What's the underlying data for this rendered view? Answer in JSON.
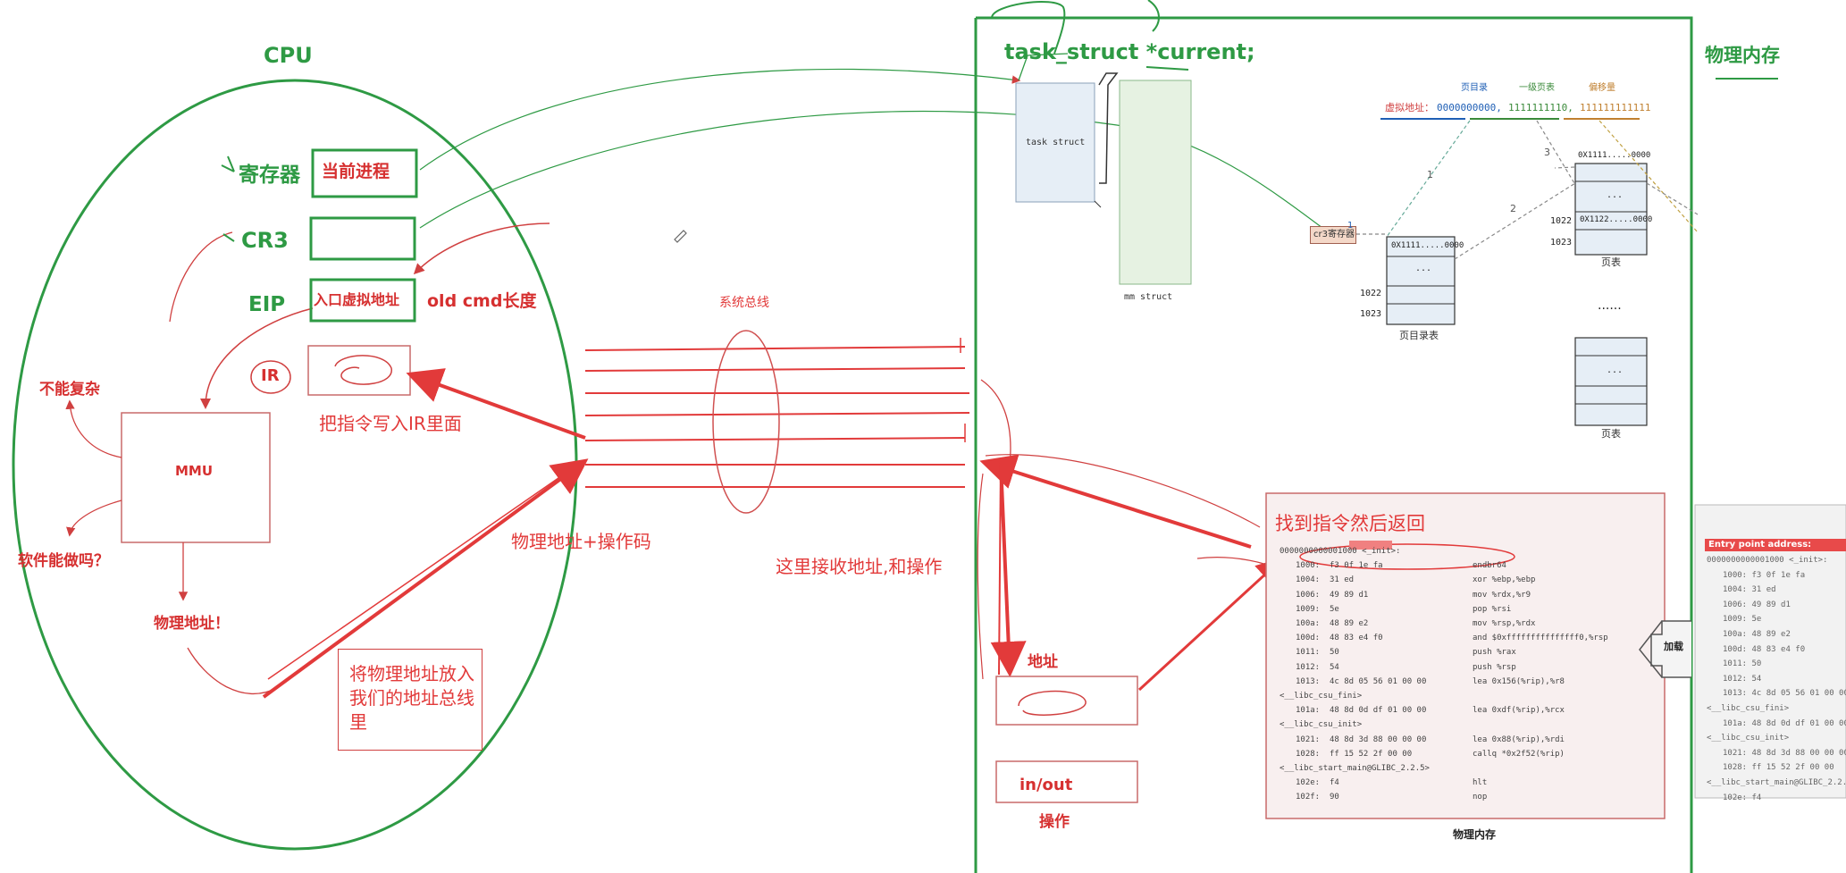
{
  "colors": {
    "green": "#2e9a44",
    "red": "#e23a3a",
    "darkred": "#c43030",
    "blue": "#1f5fb5"
  },
  "cpu": {
    "title": "CPU",
    "reg_label": "寄存器",
    "reg_value": "当前进程",
    "cr3_label": "CR3",
    "eip_label": "EIP",
    "eip_value": "入口虚拟地址",
    "eip_note": "old cmd长度",
    "ir_label": "IR",
    "ir_note": "把指令写入IR里面",
    "mmu_label": "MMU",
    "mmu_note_complex": "不能复杂",
    "mmu_note_software": "软件能做吗？",
    "phys_addr": "物理地址！",
    "note_box": "将物理地址放入我们的地址总线里"
  },
  "bus": {
    "title": "系统总线",
    "label_phys_op": "物理地址+操作码",
    "label_receive": "这里接收地址,和操作"
  },
  "kernel": {
    "task_struct_decl": "task_struct *current;",
    "task_struct": "task struct",
    "mm_struct": "mm struct",
    "vaddr_legend": [
      "页目录",
      "一级页表",
      "偏移量"
    ],
    "vaddr_prefix": "虚拟地址：",
    "vaddr_parts": [
      "0000000000,",
      "1111111110,",
      "111111111111"
    ],
    "cr3_register": "cr3寄存器",
    "pgdir_first": "0X1111.....0000",
    "pgdir_rows": [
      "...",
      "1022",
      "1023"
    ],
    "pgdir_label": "页目录表",
    "pt_first": "0X1111.....0000",
    "pt_row": "0X1122.....0000",
    "pt_rows": [
      "...",
      "1022",
      "1023"
    ],
    "pt_label": "页表",
    "pt_dots": "......",
    "pt2_label": "页表",
    "arrow_nums": [
      "1",
      "2",
      "3"
    ],
    "addr_label": "地址",
    "inout_label": "in/out",
    "op_label": "操作",
    "found_label": "找到指令然后返回",
    "phys_mem_label": "物理内存",
    "load_label": "加载",
    "entry_point": "Entry point address:"
  },
  "right_title": "物理内存",
  "code": [
    {
      "a": "0000000000001000 <_init>:",
      "b": "",
      "c": ""
    },
    {
      "a": "1000:",
      "b": "f3 0f 1e fa",
      "c": "endbr64"
    },
    {
      "a": "1004:",
      "b": "31 ed",
      "c": "xor %ebp,%ebp"
    },
    {
      "a": "1006:",
      "b": "49 89 d1",
      "c": "mov %rdx,%r9"
    },
    {
      "a": "1009:",
      "b": "5e",
      "c": "pop %rsi"
    },
    {
      "a": "100a:",
      "b": "48 89 e2",
      "c": "mov %rsp,%rdx"
    },
    {
      "a": "100d:",
      "b": "48 83 e4 f0",
      "c": "and $0xfffffffffffffff0,%rsp"
    },
    {
      "a": "1011:",
      "b": "50",
      "c": "push %rax"
    },
    {
      "a": "1012:",
      "b": "54",
      "c": "push %rsp"
    },
    {
      "a": "1013:",
      "b": "4c 8d 05 56 01 00 00",
      "c": "lea 0x156(%rip),%r8"
    },
    {
      "a": "<__libc_csu_fini>",
      "b": "",
      "c": ""
    },
    {
      "a": "101a:",
      "b": "48 8d 0d df 01 00 00",
      "c": "lea 0xdf(%rip),%rcx"
    },
    {
      "a": "<__libc_csu_init>",
      "b": "",
      "c": ""
    },
    {
      "a": "1021:",
      "b": "48 8d 3d 88 00 00 00",
      "c": "lea 0x88(%rip),%rdi"
    },
    {
      "a": "1028:",
      "b": "ff 15 52 2f 00 00",
      "c": "callq *0x2f52(%rip)"
    },
    {
      "a": "<__libc_start_main@GLIBC_2.2.5>",
      "b": "",
      "c": ""
    },
    {
      "a": "102e:",
      "b": "f4",
      "c": "hlt"
    },
    {
      "a": "102f:",
      "b": "90",
      "c": "nop"
    }
  ]
}
